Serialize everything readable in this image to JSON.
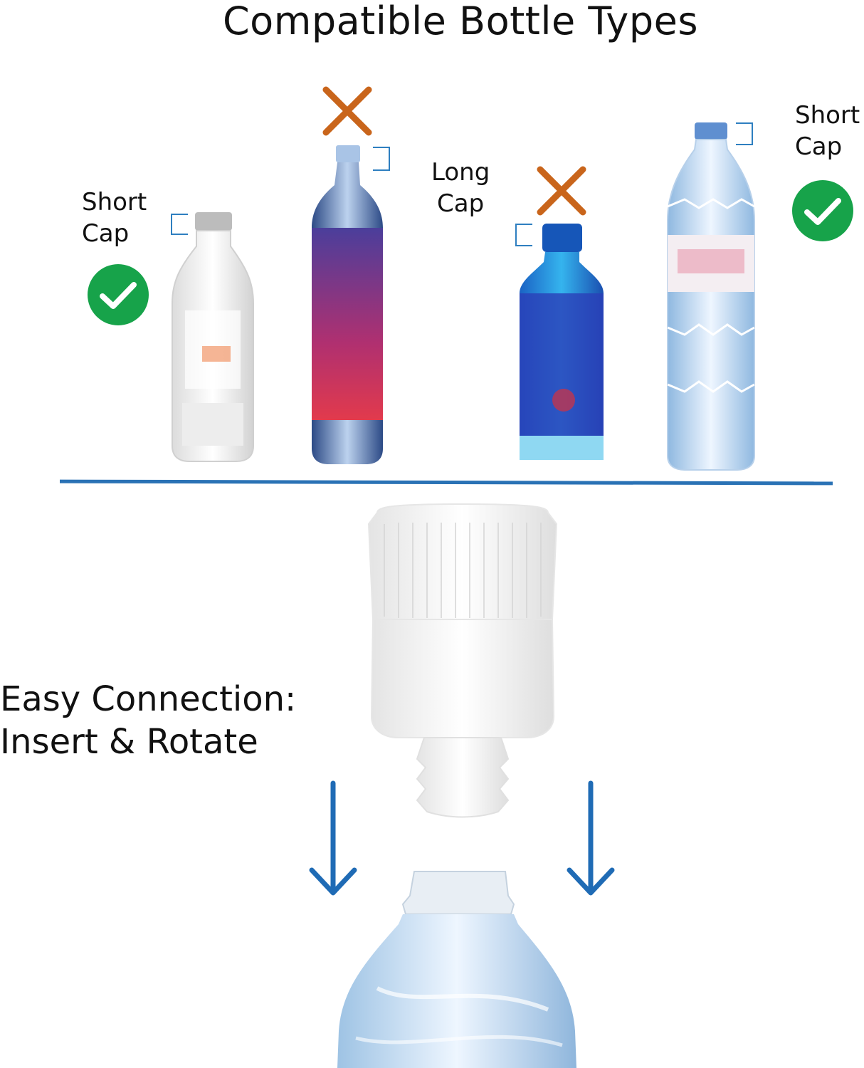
{
  "title": "Compatible Bottle Types",
  "labels": {
    "short_cap_left": [
      "Short",
      "Cap"
    ],
    "long_cap": [
      "Long",
      "Cap"
    ],
    "short_cap_right": [
      "Short",
      "Cap"
    ]
  },
  "connection": {
    "line1": "Easy Connection:",
    "line2": "Insert & Rotate"
  },
  "bottles": [
    {
      "id": "bottle-1",
      "compatible": true,
      "cap": "Short Cap"
    },
    {
      "id": "bottle-2",
      "compatible": false,
      "cap": "Long Cap"
    },
    {
      "id": "bottle-3",
      "compatible": false,
      "cap": "Long Cap"
    },
    {
      "id": "bottle-4",
      "compatible": true,
      "cap": "Short Cap"
    }
  ],
  "colors": {
    "check_green": "#17a34a",
    "cross_orange": "#c9651b",
    "accent_blue": "#2a72b5"
  },
  "icons": [
    "check-icon",
    "cross-icon",
    "arrow-down-icon"
  ]
}
